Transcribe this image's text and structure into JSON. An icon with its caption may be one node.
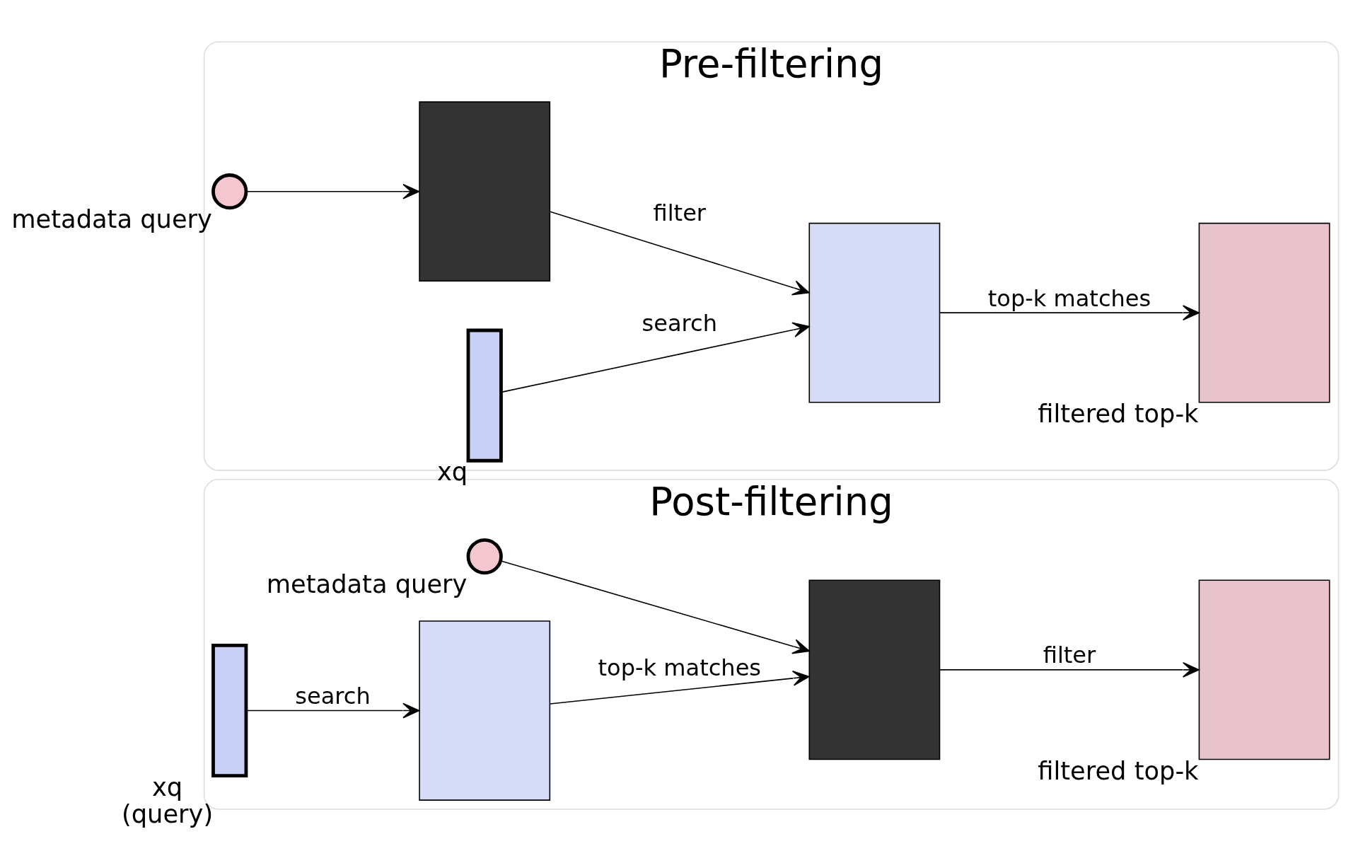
{
  "diagram": {
    "nodes": [
      {
        "text": [
          "Post-filtering"
        ]
      },
      {
        "text": [],
        "shape": "circle",
        "beside": [
          "metadata query"
        ],
        "in": 0
      },
      {
        "text": [],
        "shape": "bar",
        "beside": [
          "xq",
          "(query)"
        ],
        "in": 0
      },
      {
        "text": [],
        "shape": "box",
        "in": 0
      },
      {
        "text": [],
        "shape": "box",
        "in": 0
      },
      {
        "text": [],
        "shape": "box",
        "beside": [
          "filtered top-k"
        ],
        "in": 0
      },
      {
        "text": [
          "Pre-filtering"
        ]
      },
      {
        "text": [],
        "shape": "circle",
        "beside": [
          "metadata query"
        ],
        "in": 6
      },
      {
        "text": [],
        "shape": "bar",
        "beside": [
          "xq"
        ],
        "in": 6
      },
      {
        "text": [],
        "shape": "box",
        "in": 6
      },
      {
        "text": [],
        "shape": "box",
        "in": 6
      },
      {
        "text": [],
        "shape": "box",
        "beside": [
          "filtered top-k"
        ],
        "in": 6
      }
    ],
    "edges": [
      {
        "from": 1,
        "to": 4,
        "arrow": "to"
      },
      {
        "from": 2,
        "to": 3,
        "arrow": "to",
        "label": "search"
      },
      {
        "from": 3,
        "to": 4,
        "arrow": "to",
        "label": "top-k matches"
      },
      {
        "from": 4,
        "to": 5,
        "arrow": "to",
        "label": "filter"
      },
      {
        "from": 7,
        "to": 9,
        "arrow": "to"
      },
      {
        "from": 9,
        "to": 10,
        "arrow": "to",
        "label": "filter"
      },
      {
        "from": 8,
        "to": 10,
        "arrow": "to",
        "label": "search"
      },
      {
        "from": 10,
        "to": 11,
        "arrow": "to",
        "label": "top-k matches"
      }
    ]
  }
}
